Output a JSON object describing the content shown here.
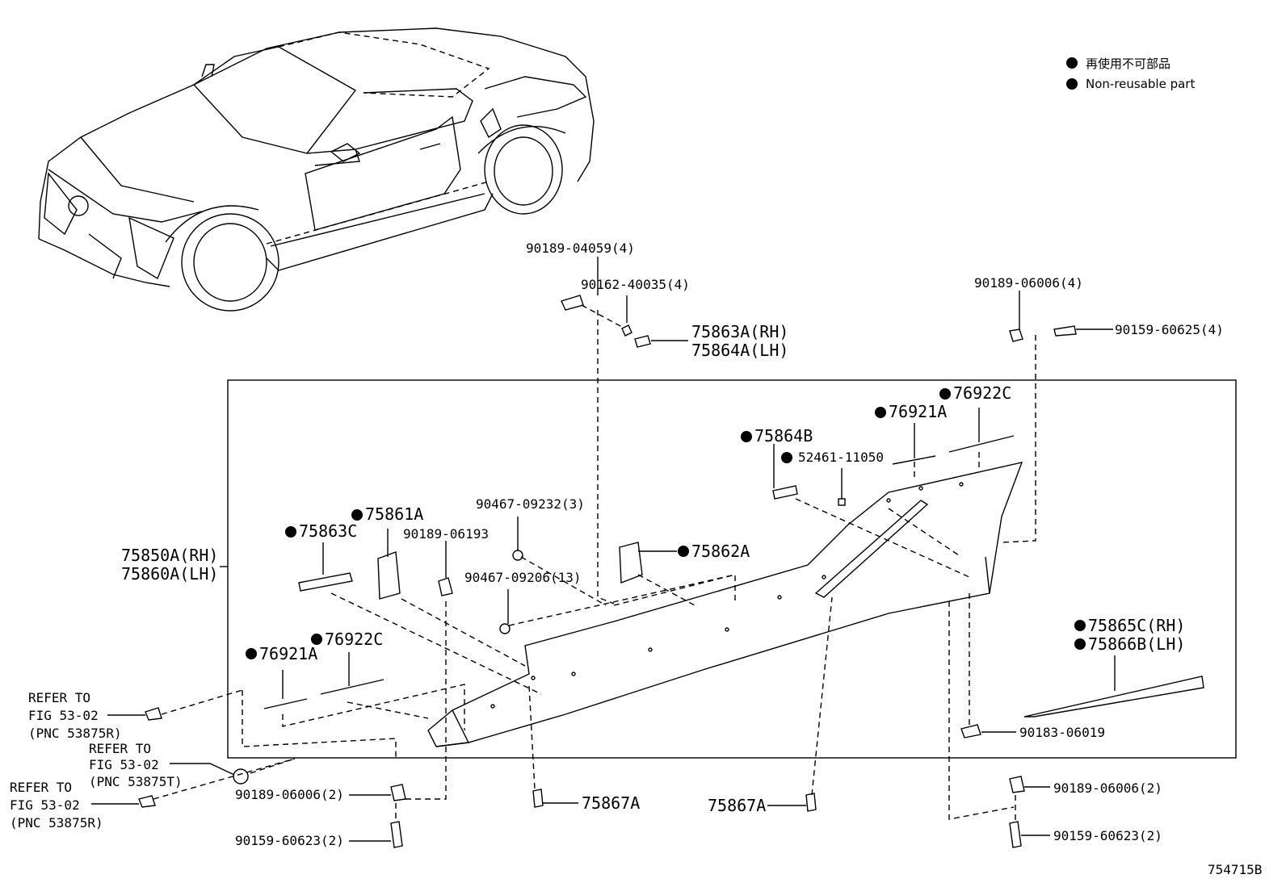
{
  "legend": {
    "jp": "再使用不可部品",
    "en": "Non-reusable part"
  },
  "diagram_id": "754715B",
  "labels": {
    "p90189_04059": "90189-04059(4)",
    "p90162_40035": "90162-40035(4)",
    "p75863A": "75863A(RH)",
    "p75864A": "75864A(LH)",
    "p90189_06006_top": "90189-06006(4)",
    "p90159_60625": "90159-60625(4)",
    "p76922C_right": "76922C",
    "p76921A_right": "76921A",
    "p75864B": "75864B",
    "p52461": "52461-11050",
    "p90467_09232": "90467-09232(3)",
    "p75861A": "75861A",
    "p75863C": "75863C",
    "p90189_06193": "90189-06193",
    "p75862A": "75862A",
    "p75850A": "75850A(RH)",
    "p75860A": "75860A(LH)",
    "p90467_09206": "90467-09206(13)",
    "p75865C": "75865C(RH)",
    "p75866B": "75866B(LH)",
    "p76922C_left": "76922C",
    "p76921A_left": "76921A",
    "p90183_06019": "90183-06019",
    "p75867A_left": "75867A",
    "p75867A_right": "75867A",
    "p90189_06006_bl": "90189-06006(2)",
    "p90159_60623_bl": "90159-60623(2)",
    "p90189_06006_br": "90189-06006(2)",
    "p90159_60623_br": "90159-60623(2)"
  },
  "refer": {
    "r1": {
      "line1": "REFER TO",
      "line2": "FIG 53-02",
      "line3": "(PNC 53875R)"
    },
    "r2": {
      "line1": "REFER TO",
      "line2": "FIG 53-02",
      "line3": "(PNC 53875T)"
    },
    "r3": {
      "line1": "REFER TO",
      "line2": "FIG 53-02",
      "line3": "(PNC 53875R)"
    }
  }
}
